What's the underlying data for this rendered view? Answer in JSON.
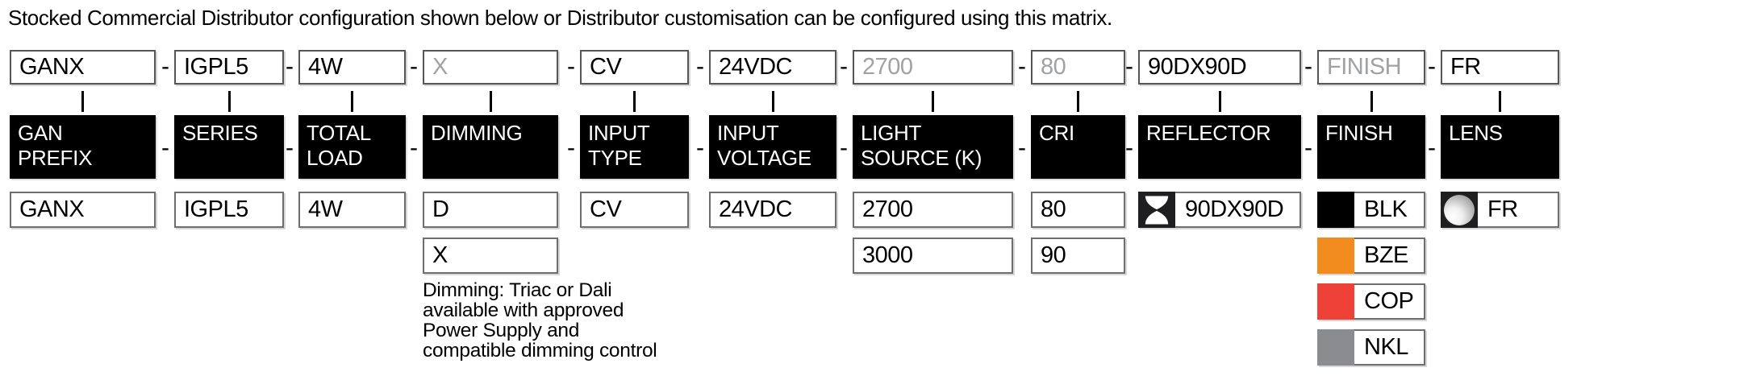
{
  "title": "Stocked Commercial Distributor configuration shown below or Distributor customisation can be configured using this matrix.",
  "dash": "-",
  "note": "Dimming: Triac or Dali\navailable with approved\nPower Supply and\ncompatible dimming control",
  "colors": {
    "header_bg": "#000000",
    "header_text": "#ffffff",
    "muted_code_text": "#9fa1a4",
    "finish_blk": "#000000",
    "finish_bze": "#F28C1E",
    "finish_cop": "#EE4137",
    "finish_nkl": "#8A8C8F",
    "icon_bg": "#1f1f21"
  },
  "columns": [
    {
      "code": "GANX",
      "header": "GAN\nPREFIX",
      "options": [
        {
          "label": "GANX"
        }
      ]
    },
    {
      "code": "IGPL5",
      "header": "SERIES",
      "options": [
        {
          "label": "IGPL5"
        }
      ]
    },
    {
      "code": "4W",
      "header": "TOTAL\nLOAD",
      "options": [
        {
          "label": "4W"
        }
      ]
    },
    {
      "code": "X",
      "header": "DIMMING",
      "options": [
        {
          "label": "D"
        },
        {
          "label": "X"
        }
      ]
    },
    {
      "code": "CV",
      "header": "INPUT\nTYPE",
      "options": [
        {
          "label": "CV"
        }
      ]
    },
    {
      "code": "24VDC",
      "header": "INPUT\nVOLTAGE",
      "options": [
        {
          "label": "24VDC"
        }
      ]
    },
    {
      "code": "2700",
      "header": "LIGHT\nSOURCE (K)",
      "options": [
        {
          "label": "2700"
        },
        {
          "label": "3000"
        }
      ]
    },
    {
      "code": "80",
      "header": "CRI",
      "options": [
        {
          "label": "80"
        },
        {
          "label": "90"
        }
      ]
    },
    {
      "code": "90DX90D",
      "header": "REFLECTOR",
      "options": [
        {
          "label": "90DX90D",
          "swatch": "reflector-beam-icon"
        }
      ]
    },
    {
      "code": "FINISH",
      "header": "FINISH",
      "options": [
        {
          "label": "BLK",
          "swatch_color": "#000000"
        },
        {
          "label": "BZE",
          "swatch_color": "#F28C1E"
        },
        {
          "label": "COP",
          "swatch_color": "#EE4137"
        },
        {
          "label": "NKL",
          "swatch_color": "#8A8C8F"
        }
      ]
    },
    {
      "code": "FR",
      "header": "LENS",
      "options": [
        {
          "label": "FR",
          "swatch": "frosted-lens-icon"
        }
      ]
    }
  ]
}
